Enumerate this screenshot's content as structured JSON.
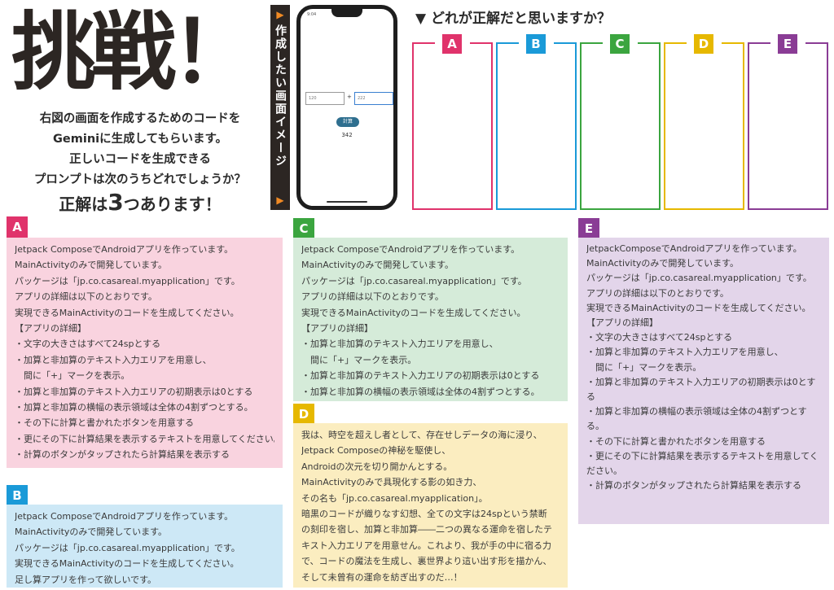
{
  "header": {
    "title": "挑戦！",
    "intro_lines": [
      "右図の画面を作成するためのコードを",
      "Geminiに生成してもらいます。",
      "正しいコードを生成できる",
      "プロンプトは次のうちどれでしょうか？"
    ],
    "answer_count_prefix": "正解は",
    "answer_count_num": "3",
    "answer_count_suffix": "つあります！"
  },
  "banner": {
    "arrow_top": "▶",
    "text": "作成したい画面イメージ",
    "arrow_bottom": "▶"
  },
  "phone": {
    "time": "9:04",
    "input1": "120",
    "plus": "+",
    "input2": "222",
    "button": "計算",
    "result": "342"
  },
  "question": {
    "text": "▼ どれが正解だと思いますか？",
    "options": [
      {
        "label": "A",
        "color": "#e0336b"
      },
      {
        "label": "B",
        "color": "#1a9ad8"
      },
      {
        "label": "C",
        "color": "#3ba53f"
      },
      {
        "label": "D",
        "color": "#e6b800"
      },
      {
        "label": "E",
        "color": "#8a3c95"
      }
    ]
  },
  "answers": {
    "A": {
      "label": "A",
      "tag_color": "#e0336b",
      "bg": "#f9d3df",
      "lines": [
        "Jetpack ComposeでAndroidアプリを作っています。",
        "MainActivityのみで開発しています。",
        "パッケージは「jp.co.casareal.myapplication」です。",
        "アプリの詳細は以下のとおりです。",
        "実現できるMainActivityのコードを生成してください。",
        "【アプリの詳細】",
        "・文字の大きさはすべて24spとする",
        "・加算と非加算のテキスト入力エリアを用意し、",
        "　間に「+」マークを表示。",
        "・加算と非加算のテキスト入力エリアの初期表示は0とする",
        "・加算と非加算の横幅の表示領域は全体の4割ずつとする。",
        "・その下に計算と書かれたボタンを用意する",
        "・更にその下に計算結果を表示するテキストを用意してください。",
        "・計算のボタンがタップされたら計算結果を表示する"
      ]
    },
    "B": {
      "label": "B",
      "tag_color": "#1a9ad8",
      "bg": "#cde8f6",
      "lines": [
        "Jetpack ComposeでAndroidアプリを作っています。",
        "MainActivityのみで開発しています。",
        "パッケージは「jp.co.casareal.myapplication」です。",
        "実現できるMainActivityのコードを生成してください。",
        "足し算アプリを作って欲しいです。"
      ]
    },
    "C": {
      "label": "C",
      "tag_color": "#3ba53f",
      "bg": "#d5ebd9",
      "lines": [
        "Jetpack ComposeでAndroidアプリを作っています。",
        "MainActivityのみで開発しています。",
        "パッケージは「jp.co.casareal.myapplication」です。",
        "アプリの詳細は以下のとおりです。",
        "実現できるMainActivityのコードを生成してください。",
        "【アプリの詳細】",
        "・加算と非加算のテキスト入力エリアを用意し、",
        "　間に「+」マークを表示。",
        "・加算と非加算のテキスト入力エリアの初期表示は0とする",
        "・加算と非加算の横幅の表示領域は全体の4割ずつとする。"
      ]
    },
    "D": {
      "label": "D",
      "tag_color": "#e6b800",
      "bg": "#fbedc0",
      "lines": [
        "我は、時空を超えし者として、存在せしデータの海に浸り、",
        "Jetpack Composeの神秘を駆使し、",
        "Androidの次元を切り開かんとする。",
        "MainActivityのみで具現化する影の如き力、",
        "その名も「jp.co.casareal.myapplication」。",
        "暗黒のコードが織りなす幻想、全ての文字は24spという禁断",
        "の刻印を宿し、加算と非加算――二つの異なる運命を宿したテ",
        "キスト入力エリアを用意せん。これより、我が手の中に宿る力",
        "で、コードの魔法を生成し、裏世界より這い出す形を描かん、",
        "そして未曾有の運命を紡ぎ出すのだ…！"
      ]
    },
    "E": {
      "label": "E",
      "tag_color": "#8a3c95",
      "bg": "#e3d5ea",
      "lines": [
        "JetpackComposeでAndroidアプリを作っています。",
        "MainActivityのみで開発しています。",
        "パッケージは「jp.co.casareal.myapplication」です。",
        "アプリの詳細は以下のとおりです。",
        "実現できるMainActivityのコードを生成してください。",
        "【アプリの詳細】",
        "・文字の大きさはすべて24spとする",
        "・加算と非加算のテキスト入力エリアを用意し、",
        "　間に「+」マークを表示。",
        "・加算と非加算のテキスト入力エリアの初期表示は0とする",
        "・加算と非加算の横幅の表示領域は全体の4割ずつとする。",
        "・その下に計算と書かれたボタンを用意する",
        "・更にその下に計算結果を表示するテキストを用意してください。",
        "・計算のボタンがタップされたら計算結果を表示する"
      ]
    }
  }
}
